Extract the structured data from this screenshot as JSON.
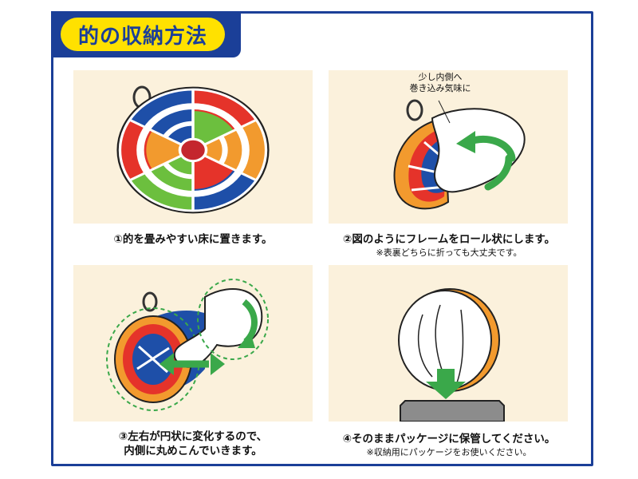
{
  "title": "的の収納方法",
  "steps": [
    {
      "caption": "①的を畳みやすい床に置きます。"
    },
    {
      "caption": "②図のようにフレームをロール状にします。",
      "note": "※表裏どちらに折っても大丈夫です。",
      "callout1": "少し内側へ",
      "callout2": "巻き込み気味に"
    },
    {
      "caption1": "③左右が円状に変化するので、",
      "caption2": "内側に丸めこんでいきます。"
    },
    {
      "caption": "④そのままパッケージに保管してください。",
      "note": "※収納用にパッケージをお使いください。"
    }
  ],
  "colors": {
    "frame": "#1b3f98",
    "title_bg": "#ffe100",
    "panel_bg": "#fbf1dc",
    "arrow": "#3aa84a"
  }
}
